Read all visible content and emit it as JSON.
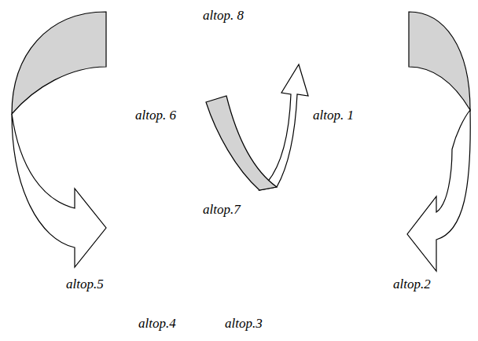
{
  "diagram": {
    "labels": [
      "altop. 8",
      "altop. 6",
      "altop. 1",
      "altop.7",
      "altop.5",
      "altop.2",
      "altop.4",
      "altop.3"
    ]
  }
}
